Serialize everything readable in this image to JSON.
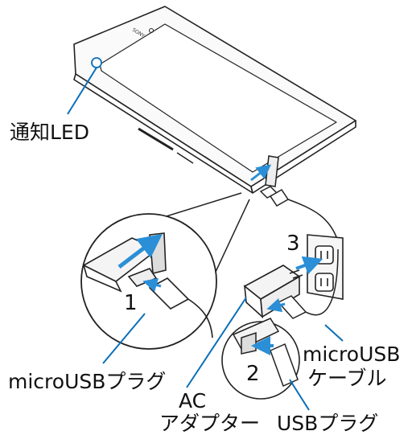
{
  "labels": {
    "led": "通知LED",
    "cable_line1": "microUSB",
    "cable_line2": "ケーブル",
    "plug": "microUSBプラグ",
    "ac_line1": "AC",
    "ac_line2": "アダプター",
    "usb_plug": "USBプラグ"
  },
  "steps": [
    "1",
    "2",
    "3"
  ],
  "device_brand": "SONY",
  "colors": {
    "leader": "#0a6fb8",
    "arrow": "#2a8fd6",
    "stroke": "#222222"
  }
}
